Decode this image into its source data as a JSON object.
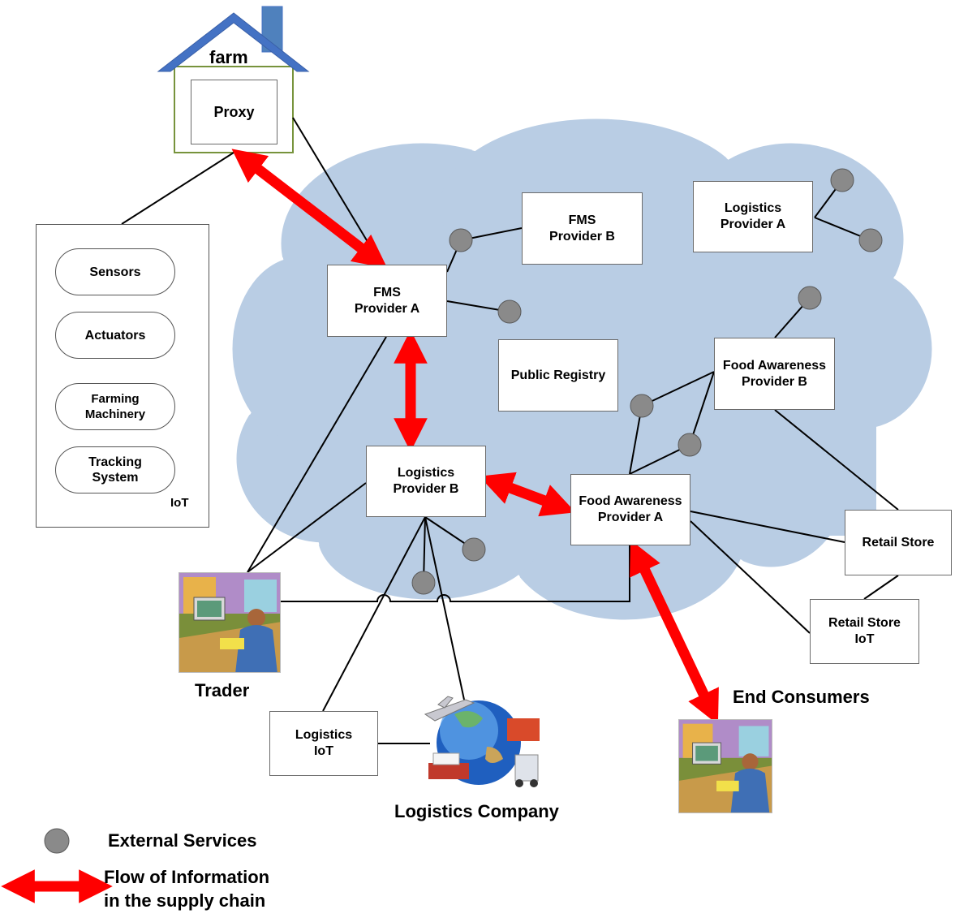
{
  "farm": {
    "title": "farm",
    "proxy_label": "Proxy"
  },
  "iot_panel": {
    "items": [
      "Sensors",
      "Actuators",
      "Farming\nMachinery",
      "Tracking\nSystem"
    ],
    "caption": "IoT"
  },
  "cloud": {
    "fms_provider_a": "FMS\nProvider A",
    "fms_provider_b": "FMS\nProvider B",
    "logistics_provider_a": "Logistics\nProvider A",
    "logistics_provider_b": "Logistics\nProvider B",
    "public_registry": "Public Registry",
    "food_awareness_provider_a": "Food Awareness\nProvider A",
    "food_awareness_provider_b": "Food Awareness\nProvider B"
  },
  "outside": {
    "retail_store": "Retail Store",
    "retail_store_iot": "Retail Store\nIoT",
    "logistics_iot": "Logistics\nIoT",
    "trader": "Trader",
    "end_consumers": "End Consumers",
    "logistics_company": "Logistics Company"
  },
  "legend": {
    "external_services": "External Services",
    "flow_of_information": "Flow of Information\nin the supply chain"
  },
  "colors": {
    "cloud_fill": "#b9cde4",
    "cloud_stroke": "#ffffff",
    "external_service_dot": "#8a8a8a",
    "info_flow_arrow": "#ff0000",
    "roof": "#4472c4",
    "house_outline": "#77933c"
  }
}
